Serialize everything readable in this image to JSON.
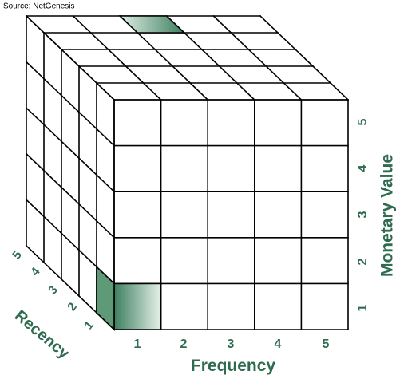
{
  "source": "Source: NetGenesis",
  "axes": {
    "frequency": {
      "title": "Frequency",
      "ticks": [
        "1",
        "2",
        "3",
        "4",
        "5"
      ]
    },
    "monetary": {
      "title": "Monetary Value",
      "ticks": [
        "1",
        "2",
        "3",
        "4",
        "5"
      ]
    },
    "recency": {
      "title": "Recency",
      "ticks": [
        "1",
        "2",
        "3",
        "4",
        "5"
      ]
    }
  },
  "highlights": [
    {
      "face": "front",
      "frequency": 1,
      "monetary": 1,
      "recency": 1
    },
    {
      "face": "top",
      "frequency": 3,
      "recency": 5
    }
  ],
  "colors": {
    "accent": "#2f6b4f",
    "highlight_dark": "#3e7f5e",
    "highlight_light": "#e6f1ea",
    "grid": "#000000"
  }
}
